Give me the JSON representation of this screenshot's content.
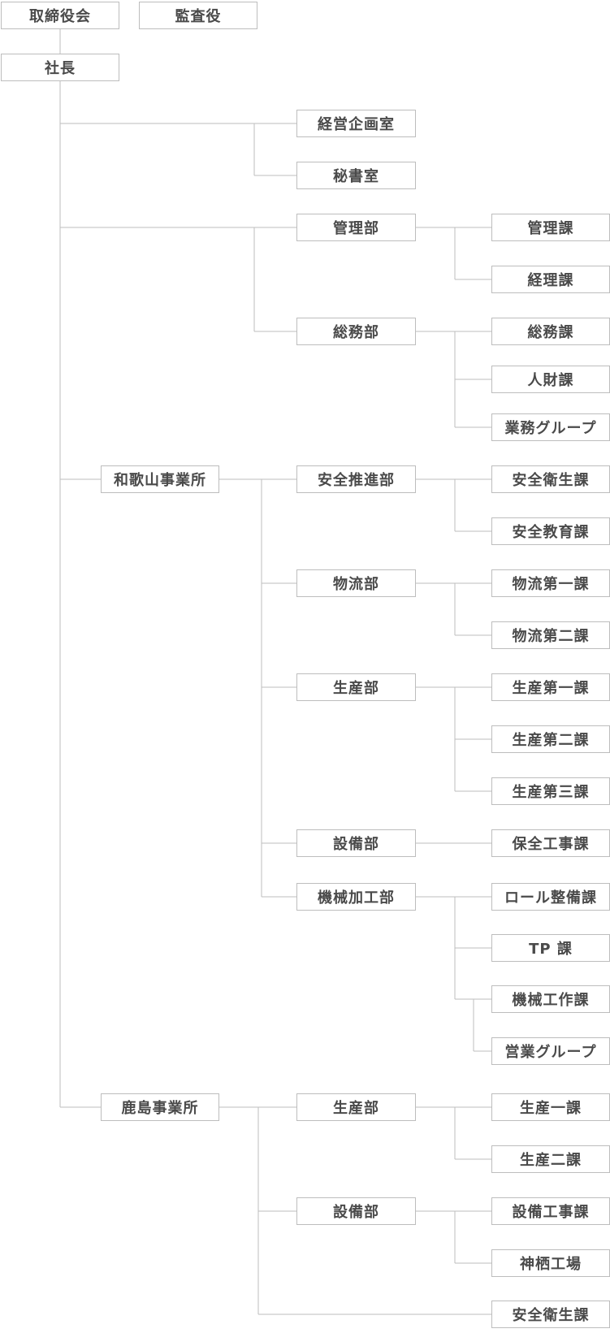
{
  "board": "取締役会",
  "auditor": "監査役",
  "president": "社長",
  "management_office": {
    "planning": "経営企画室",
    "secretary": "秘書室"
  },
  "kanri_bu": {
    "name": "管理部",
    "sections": [
      "管理課",
      "経理課"
    ]
  },
  "somu_bu": {
    "name": "総務部",
    "sections": [
      "総務課",
      "人財課",
      "業務グループ"
    ]
  },
  "wakayama": {
    "name": "和歌山事業所",
    "departments": [
      {
        "name": "安全推進部",
        "sections": [
          "安全衛生課",
          "安全教育課"
        ]
      },
      {
        "name": "物流部",
        "sections": [
          "物流第一課",
          "物流第二課"
        ]
      },
      {
        "name": "生産部",
        "sections": [
          "生産第一課",
          "生産第二課",
          "生産第三課"
        ]
      },
      {
        "name": "設備部",
        "sections": [
          "保全工事課"
        ]
      },
      {
        "name": "機械加工部",
        "sections": [
          "ロール整備課",
          "TP 課",
          "機械工作課",
          "営業グループ"
        ]
      }
    ]
  },
  "kashima": {
    "name": "鹿島事業所",
    "departments": [
      {
        "name": "生産部",
        "sections": [
          "生産一課",
          "生産二課"
        ]
      },
      {
        "name": "設備部",
        "sections": [
          "設備工事課",
          "神栖工場"
        ]
      }
    ],
    "direct_section": "安全衛生課"
  }
}
